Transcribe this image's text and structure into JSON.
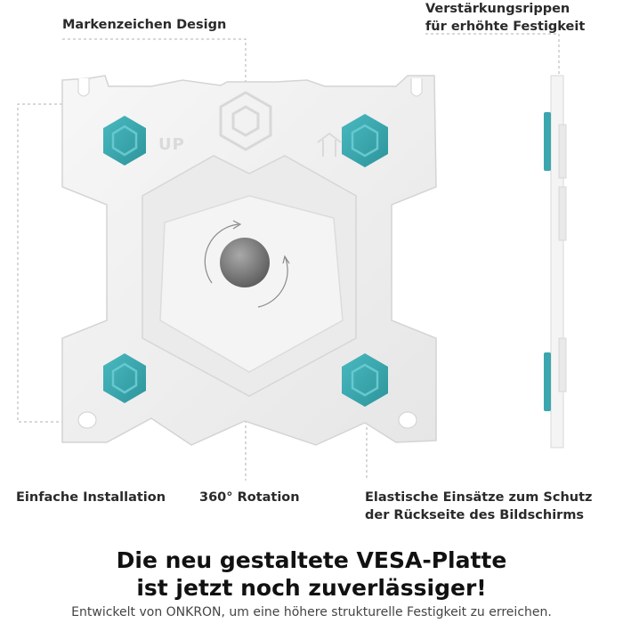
{
  "callouts": {
    "brand_design": "Markenzeichen Design",
    "ribs_line1": "Verstärkungsrippen",
    "ribs_line2": "für erhöhte Festigkeit",
    "easy_install": "Einfache Installation",
    "rotation": "360° Rotation",
    "inserts_line1": "Elastische Einsätze zum Schutz",
    "inserts_line2": "der Rückseite des Bildschirms"
  },
  "plate": {
    "up_label": "UP",
    "accent_color": "#3ba6ad",
    "plate_color": "#f3f3f3"
  },
  "headline": {
    "line1": "Die neu gestaltete VESA-Platte",
    "line2": "ist jetzt noch zuverlässiger!"
  },
  "subline": "Entwickelt von ONKRON, um eine höhere strukturelle Festigkeit zu erreichen."
}
